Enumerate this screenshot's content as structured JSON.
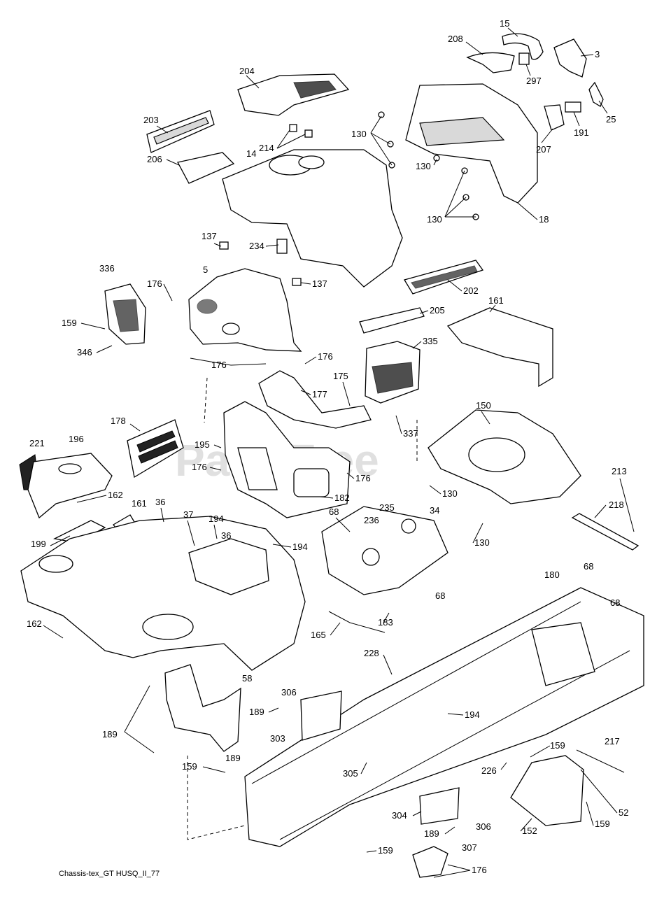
{
  "watermark": "PartsTree",
  "footer": "Chassis-tex_GT HUSQ_II_77",
  "labels": [
    {
      "id": "l15",
      "text": "15"
    },
    {
      "id": "l208",
      "text": "208"
    },
    {
      "id": "l3",
      "text": "3"
    },
    {
      "id": "l297",
      "text": "297"
    },
    {
      "id": "l204",
      "text": "204"
    },
    {
      "id": "l25",
      "text": "25"
    },
    {
      "id": "l191",
      "text": "191"
    },
    {
      "id": "l207",
      "text": "207"
    },
    {
      "id": "l203",
      "text": "203"
    },
    {
      "id": "l130a",
      "text": "130"
    },
    {
      "id": "l214",
      "text": "214"
    },
    {
      "id": "l14",
      "text": "14"
    },
    {
      "id": "l130b",
      "text": "130"
    },
    {
      "id": "l206",
      "text": "206"
    },
    {
      "id": "l130c",
      "text": "130"
    },
    {
      "id": "l18",
      "text": "18"
    },
    {
      "id": "l137a",
      "text": "137"
    },
    {
      "id": "l234",
      "text": "234"
    },
    {
      "id": "l336",
      "text": "336"
    },
    {
      "id": "l5",
      "text": "5"
    },
    {
      "id": "l137b",
      "text": "137"
    },
    {
      "id": "l202",
      "text": "202"
    },
    {
      "id": "l176a",
      "text": "176"
    },
    {
      "id": "l205",
      "text": "205"
    },
    {
      "id": "l161a",
      "text": "161"
    },
    {
      "id": "l159a",
      "text": "159"
    },
    {
      "id": "l346",
      "text": "346"
    },
    {
      "id": "l176b",
      "text": "176"
    },
    {
      "id": "l335",
      "text": "335"
    },
    {
      "id": "l176c",
      "text": "176"
    },
    {
      "id": "l175",
      "text": "175"
    },
    {
      "id": "l177",
      "text": "177"
    },
    {
      "id": "l337",
      "text": "337"
    },
    {
      "id": "l150",
      "text": "150"
    },
    {
      "id": "l178",
      "text": "178"
    },
    {
      "id": "l221",
      "text": "221"
    },
    {
      "id": "l196",
      "text": "196"
    },
    {
      "id": "l195",
      "text": "195"
    },
    {
      "id": "l176d",
      "text": "176"
    },
    {
      "id": "l176e",
      "text": "176"
    },
    {
      "id": "l213",
      "text": "213"
    },
    {
      "id": "l162a",
      "text": "162"
    },
    {
      "id": "l130d",
      "text": "130"
    },
    {
      "id": "l182",
      "text": "182"
    },
    {
      "id": "l161b",
      "text": "161"
    },
    {
      "id": "l36a",
      "text": "36"
    },
    {
      "id": "l37",
      "text": "37"
    },
    {
      "id": "l194a",
      "text": "194"
    },
    {
      "id": "l68a",
      "text": "68"
    },
    {
      "id": "l235",
      "text": "235"
    },
    {
      "id": "l34",
      "text": "34"
    },
    {
      "id": "l218",
      "text": "218"
    },
    {
      "id": "l236",
      "text": "236"
    },
    {
      "id": "l36b",
      "text": "36"
    },
    {
      "id": "l130e",
      "text": "130"
    },
    {
      "id": "l199",
      "text": "199"
    },
    {
      "id": "l194b",
      "text": "194"
    },
    {
      "id": "l68b",
      "text": "68"
    },
    {
      "id": "l180",
      "text": "180"
    },
    {
      "id": "l68c",
      "text": "68"
    },
    {
      "id": "l68d",
      "text": "68"
    },
    {
      "id": "l162b",
      "text": "162"
    },
    {
      "id": "l183",
      "text": "183"
    },
    {
      "id": "l165",
      "text": "165"
    },
    {
      "id": "l228",
      "text": "228"
    },
    {
      "id": "l58",
      "text": "58"
    },
    {
      "id": "l306a",
      "text": "306"
    },
    {
      "id": "l194c",
      "text": "194"
    },
    {
      "id": "l189a",
      "text": "189"
    },
    {
      "id": "l189b",
      "text": "189"
    },
    {
      "id": "l303",
      "text": "303"
    },
    {
      "id": "l189c",
      "text": "189"
    },
    {
      "id": "l217",
      "text": "217"
    },
    {
      "id": "l159b",
      "text": "159"
    },
    {
      "id": "l159c",
      "text": "159"
    },
    {
      "id": "l305",
      "text": "305"
    },
    {
      "id": "l226",
      "text": "226"
    },
    {
      "id": "l52",
      "text": "52"
    },
    {
      "id": "l304",
      "text": "304"
    },
    {
      "id": "l306b",
      "text": "306"
    },
    {
      "id": "l152",
      "text": "152"
    },
    {
      "id": "l159d",
      "text": "159"
    },
    {
      "id": "l189d",
      "text": "189"
    },
    {
      "id": "l159e",
      "text": "159"
    },
    {
      "id": "l307",
      "text": "307"
    },
    {
      "id": "l176f",
      "text": "176"
    }
  ]
}
